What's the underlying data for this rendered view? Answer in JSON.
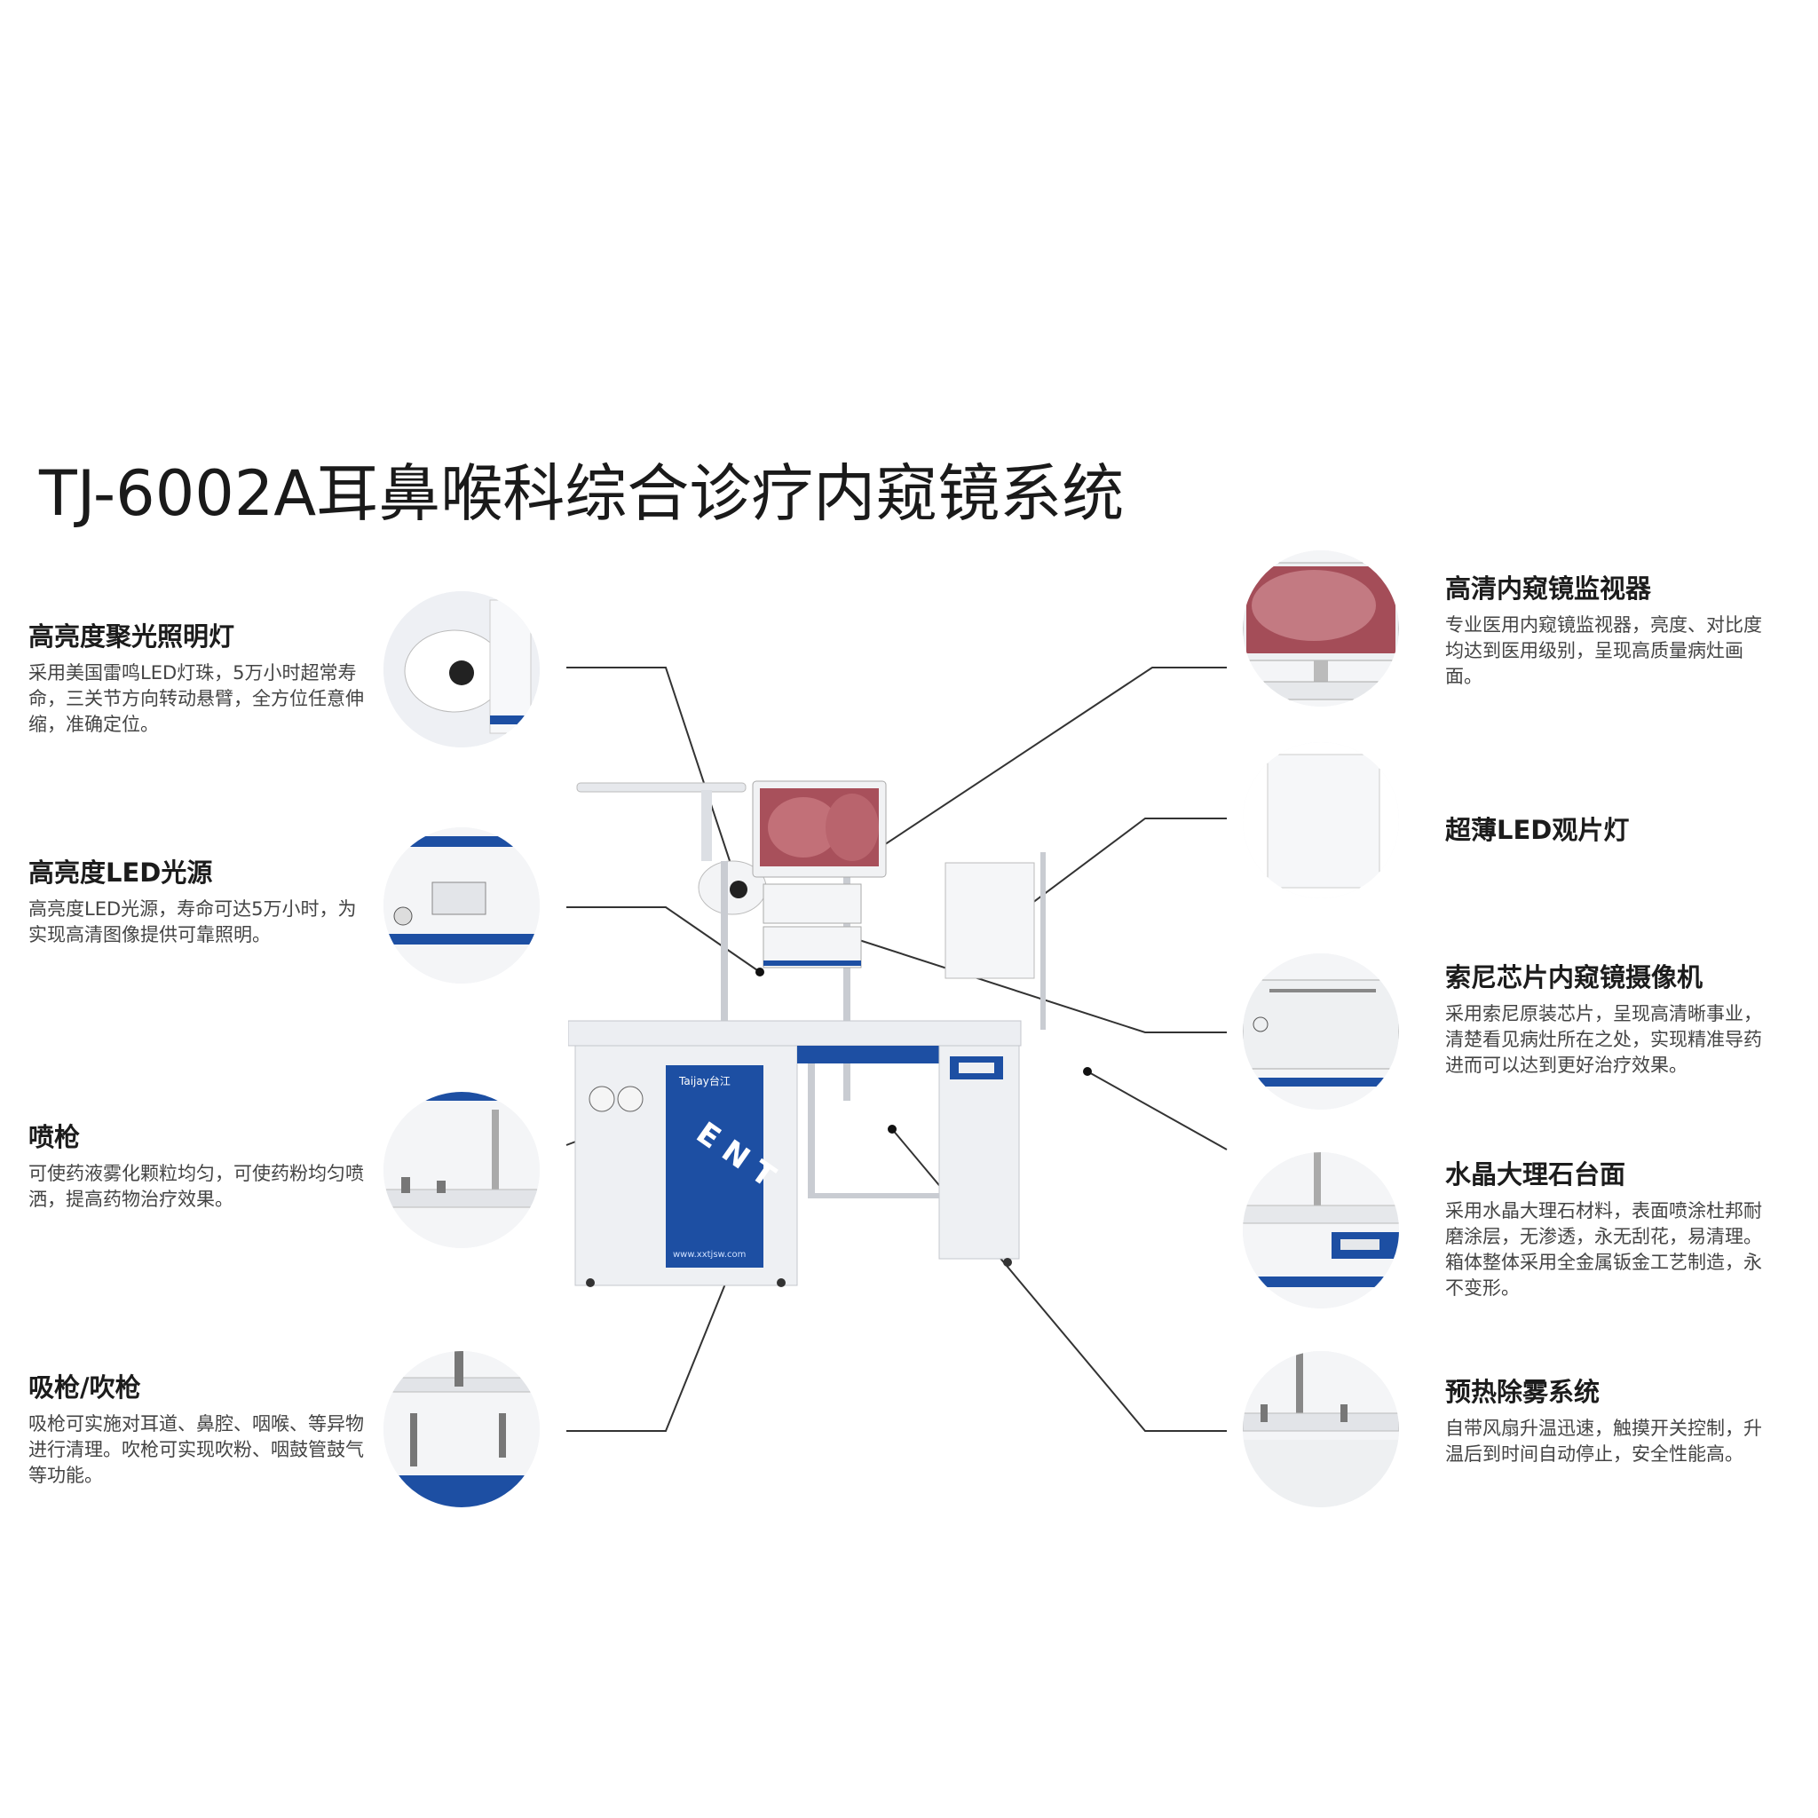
{
  "title": "TJ-6002A耳鼻喉科综合诊疗内窥镜系统",
  "colors": {
    "accent": "#1d4fa3",
    "line": "#333333",
    "cabinet": "#eef0f3"
  },
  "machine": {
    "brand": "Taijay台江",
    "panel_text": "E N T",
    "website": "www.xxtjsw.com"
  },
  "left_features": [
    {
      "title": "高亮度聚光照明灯",
      "desc": "采用美国雷鸣LED灯珠，5万小时超常寿命，三关节方向转动悬臂，全方位任意伸缩，准确定位。",
      "icon": "exam-lamp-icon"
    },
    {
      "title": "高亮度LED光源",
      "desc": "高亮度LED光源，寿命可达5万小时，为实现高清图像提供可靠照明。",
      "icon": "led-light-source-icon"
    },
    {
      "title": "喷枪",
      "desc": "可使药液雾化颗粒均匀，可使药粉均匀喷洒，提高药物治疗效果。",
      "icon": "spray-gun-icon"
    },
    {
      "title": "吸枪/吹枪",
      "desc": "吸枪可实施对耳道、鼻腔、咽喉、等异物进行清理。吹枪可实现吹粉、咽鼓管鼓气等功能。",
      "icon": "suction-gun-icon"
    }
  ],
  "right_features": [
    {
      "title": "高清内窥镜监视器",
      "desc": "专业医用内窥镜监视器，亮度、对比度均达到医用级别，呈现高质量病灶画面。",
      "icon": "monitor-icon"
    },
    {
      "title": "超薄LED观片灯",
      "desc": "",
      "icon": "film-viewer-icon"
    },
    {
      "title": "索尼芯片内窥镜摄像机",
      "desc": "采用索尼原装芯片，呈现高清晰事业，清楚看见病灶所在之处，实现精准导药进而可以达到更好治疗效果。",
      "icon": "camera-unit-icon"
    },
    {
      "title": "水晶大理石台面",
      "desc": "采用水晶大理石材料，表面喷涂杜邦耐磨涂层，无渗透，永无刮花，易清理。箱体整体采用全金属钣金工艺制造，永不变形。",
      "icon": "marble-counter-icon"
    },
    {
      "title": "预热除雾系统",
      "desc": "自带风扇升温迅速，触摸开关控制，升温后到时间自动停止，安全性能高。",
      "icon": "preheat-defog-icon"
    }
  ]
}
